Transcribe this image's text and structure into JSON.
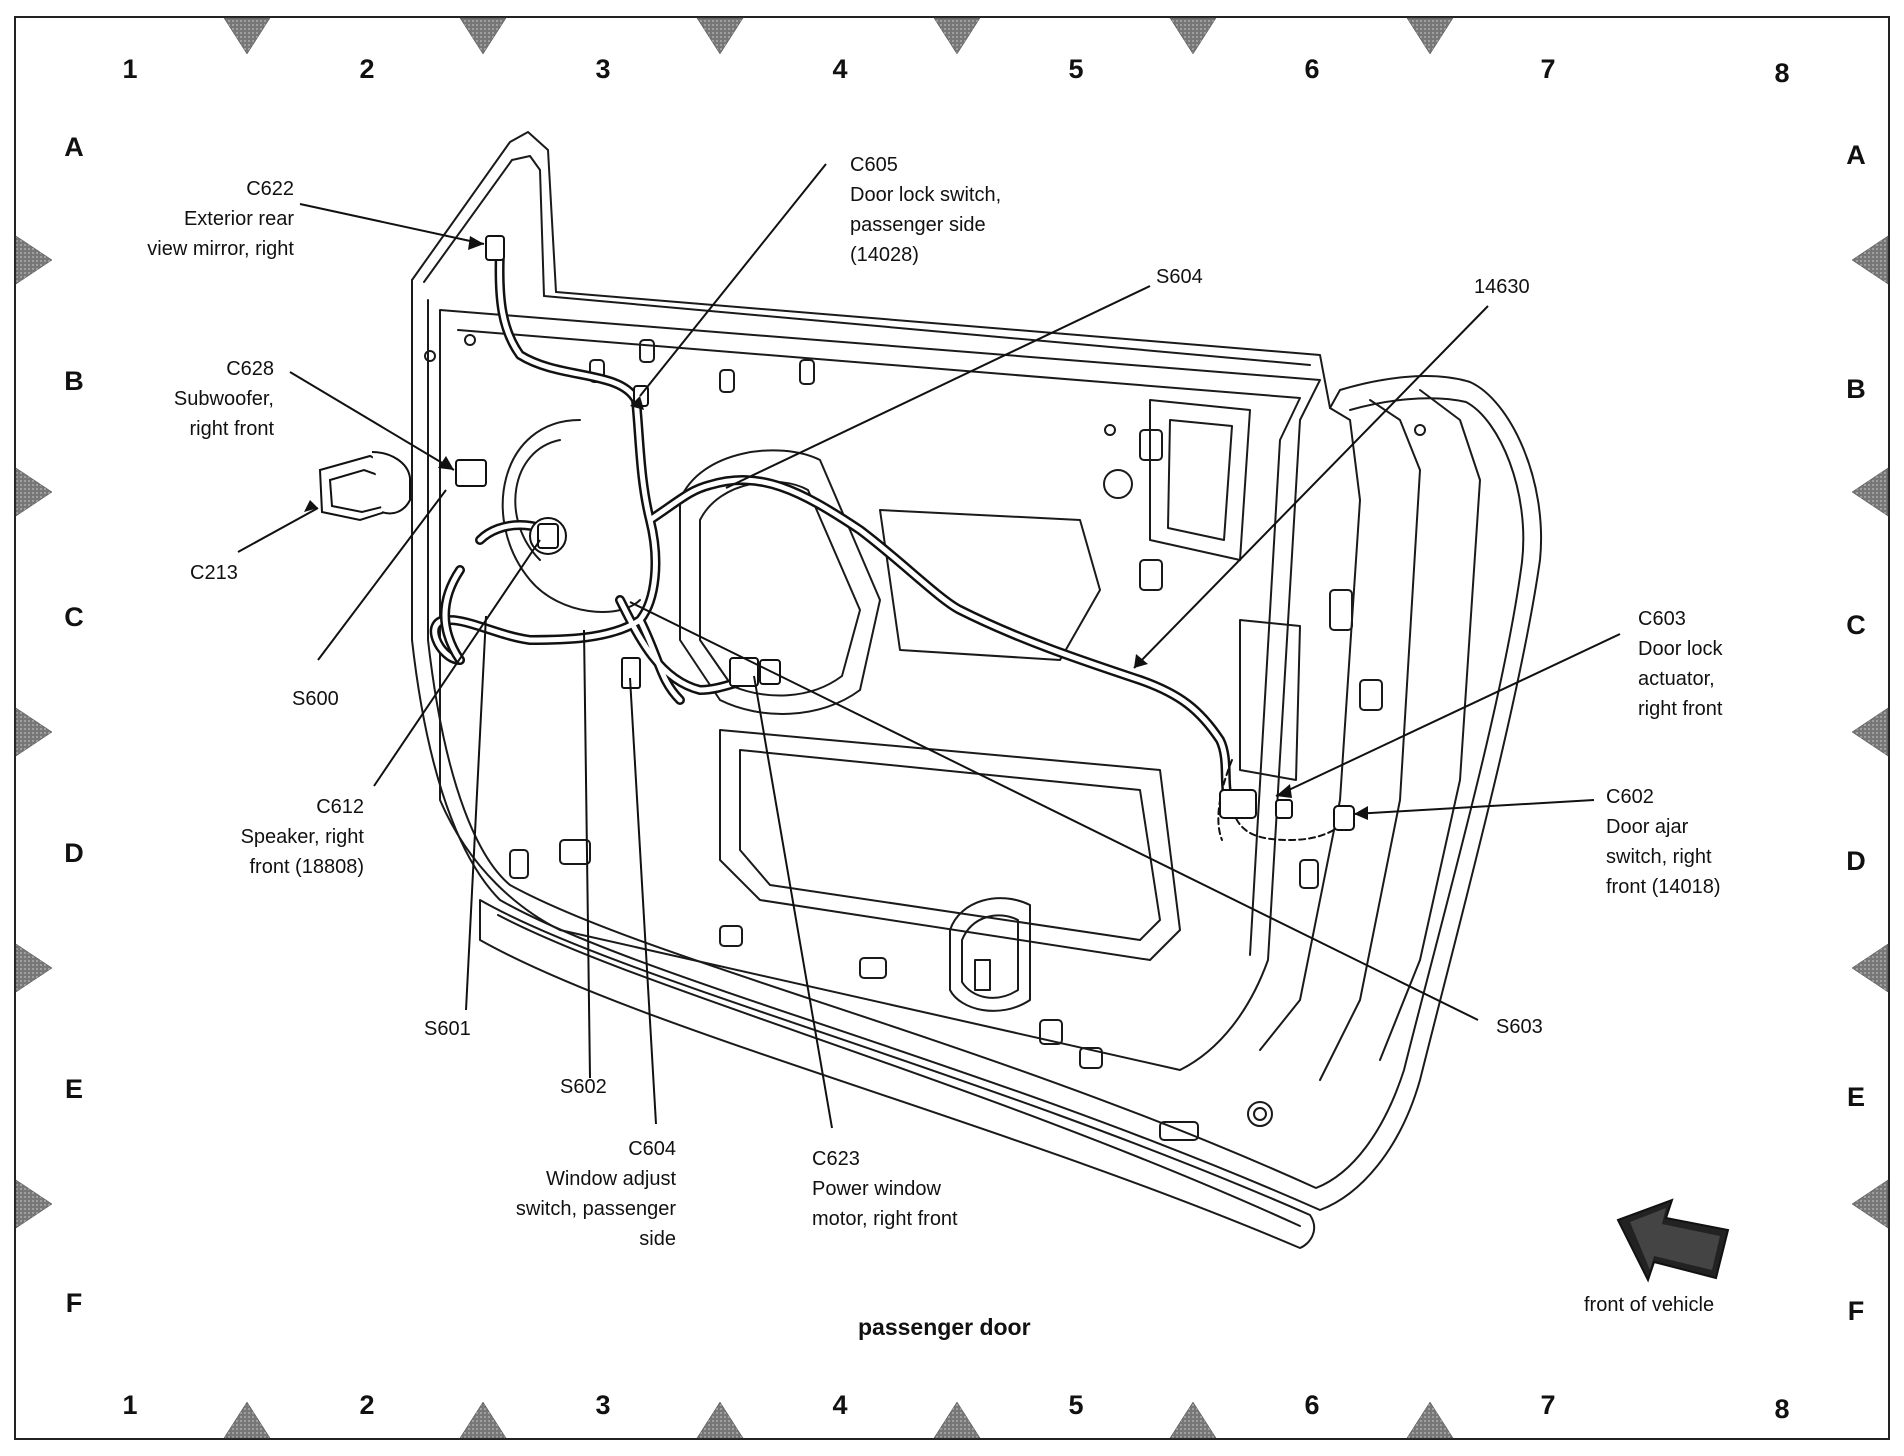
{
  "grid": {
    "columns": [
      "1",
      "2",
      "3",
      "4",
      "5",
      "6",
      "7",
      "8"
    ],
    "rows": [
      "A",
      "B",
      "C",
      "D",
      "E",
      "F"
    ]
  },
  "labels": {
    "c622": [
      "C622",
      "Exterior rear",
      "view mirror, right"
    ],
    "c605": [
      "C605",
      "Door lock switch,",
      "passenger side",
      "(14028)"
    ],
    "s604": [
      "S604"
    ],
    "n14630": [
      "14630"
    ],
    "c628": [
      "C628",
      "Subwoofer,",
      "right front"
    ],
    "c213": [
      "C213"
    ],
    "s600": [
      "S600"
    ],
    "c612": [
      "C612",
      "Speaker, right",
      "front (18808)"
    ],
    "s601": [
      "S601"
    ],
    "s602": [
      "S602"
    ],
    "c604": [
      "C604",
      "Window adjust",
      "switch, passenger",
      "side"
    ],
    "c623": [
      "C623",
      "Power window",
      "motor, right front"
    ],
    "c603": [
      "C603",
      "Door lock",
      "actuator,",
      "right front"
    ],
    "c602": [
      "C602",
      "Door ajar",
      "switch, right",
      "front (14018)"
    ],
    "s603": [
      "S603"
    ]
  },
  "caption": "passenger door",
  "orientation": {
    "label": "front of vehicle",
    "icon": "arrow-icon"
  },
  "colors": {
    "line": "#111111",
    "marker": "#555555"
  }
}
